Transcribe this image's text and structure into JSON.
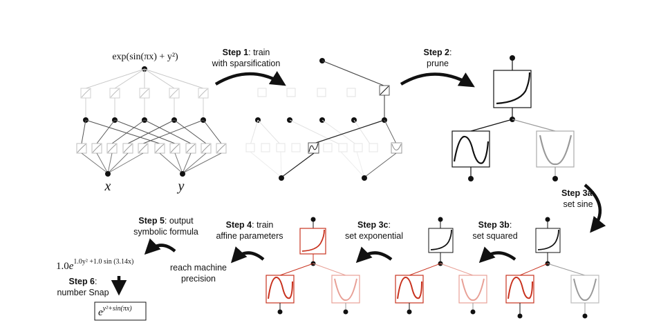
{
  "formula_top": "exp(sin(πx) + y²)",
  "input_x": "x",
  "input_y": "y",
  "steps": {
    "s1": {
      "bold": "Step 1",
      "rest": ": train",
      "line2": "with sparsification"
    },
    "s2": {
      "bold": "Step 2",
      "rest": ":",
      "line2": "prune"
    },
    "s3a": {
      "bold": "Step 3a",
      "rest": ":",
      "line2": "set sine"
    },
    "s3b": {
      "bold": "Step 3b",
      "rest": ":",
      "line2": "set squared"
    },
    "s3c": {
      "bold": "Step 3c",
      "rest": ":",
      "line2": "set exponential"
    },
    "s4": {
      "bold": "Step 4",
      "rest": ": train",
      "line2": "affine parameters"
    },
    "s4_note_1": "reach machine",
    "s4_note_2": "precision",
    "s5": {
      "bold": "Step 5",
      "rest": ": output",
      "line2": "symbolic formula"
    },
    "s6": {
      "bold": "Step 6",
      "rest": ":",
      "line2": "number Snap"
    }
  },
  "formula_output": {
    "coef": "1.0",
    "base": "e",
    "exponent": "1.0y² +1.0 sin (3.14x)"
  },
  "formula_final": {
    "base": "e",
    "exponent": "y²+sin(πx)"
  },
  "colors": {
    "accent_red": "#c8321e",
    "pale_red": "#e8a096",
    "gray_curve": "#9a9a9a",
    "node": "#111111"
  }
}
